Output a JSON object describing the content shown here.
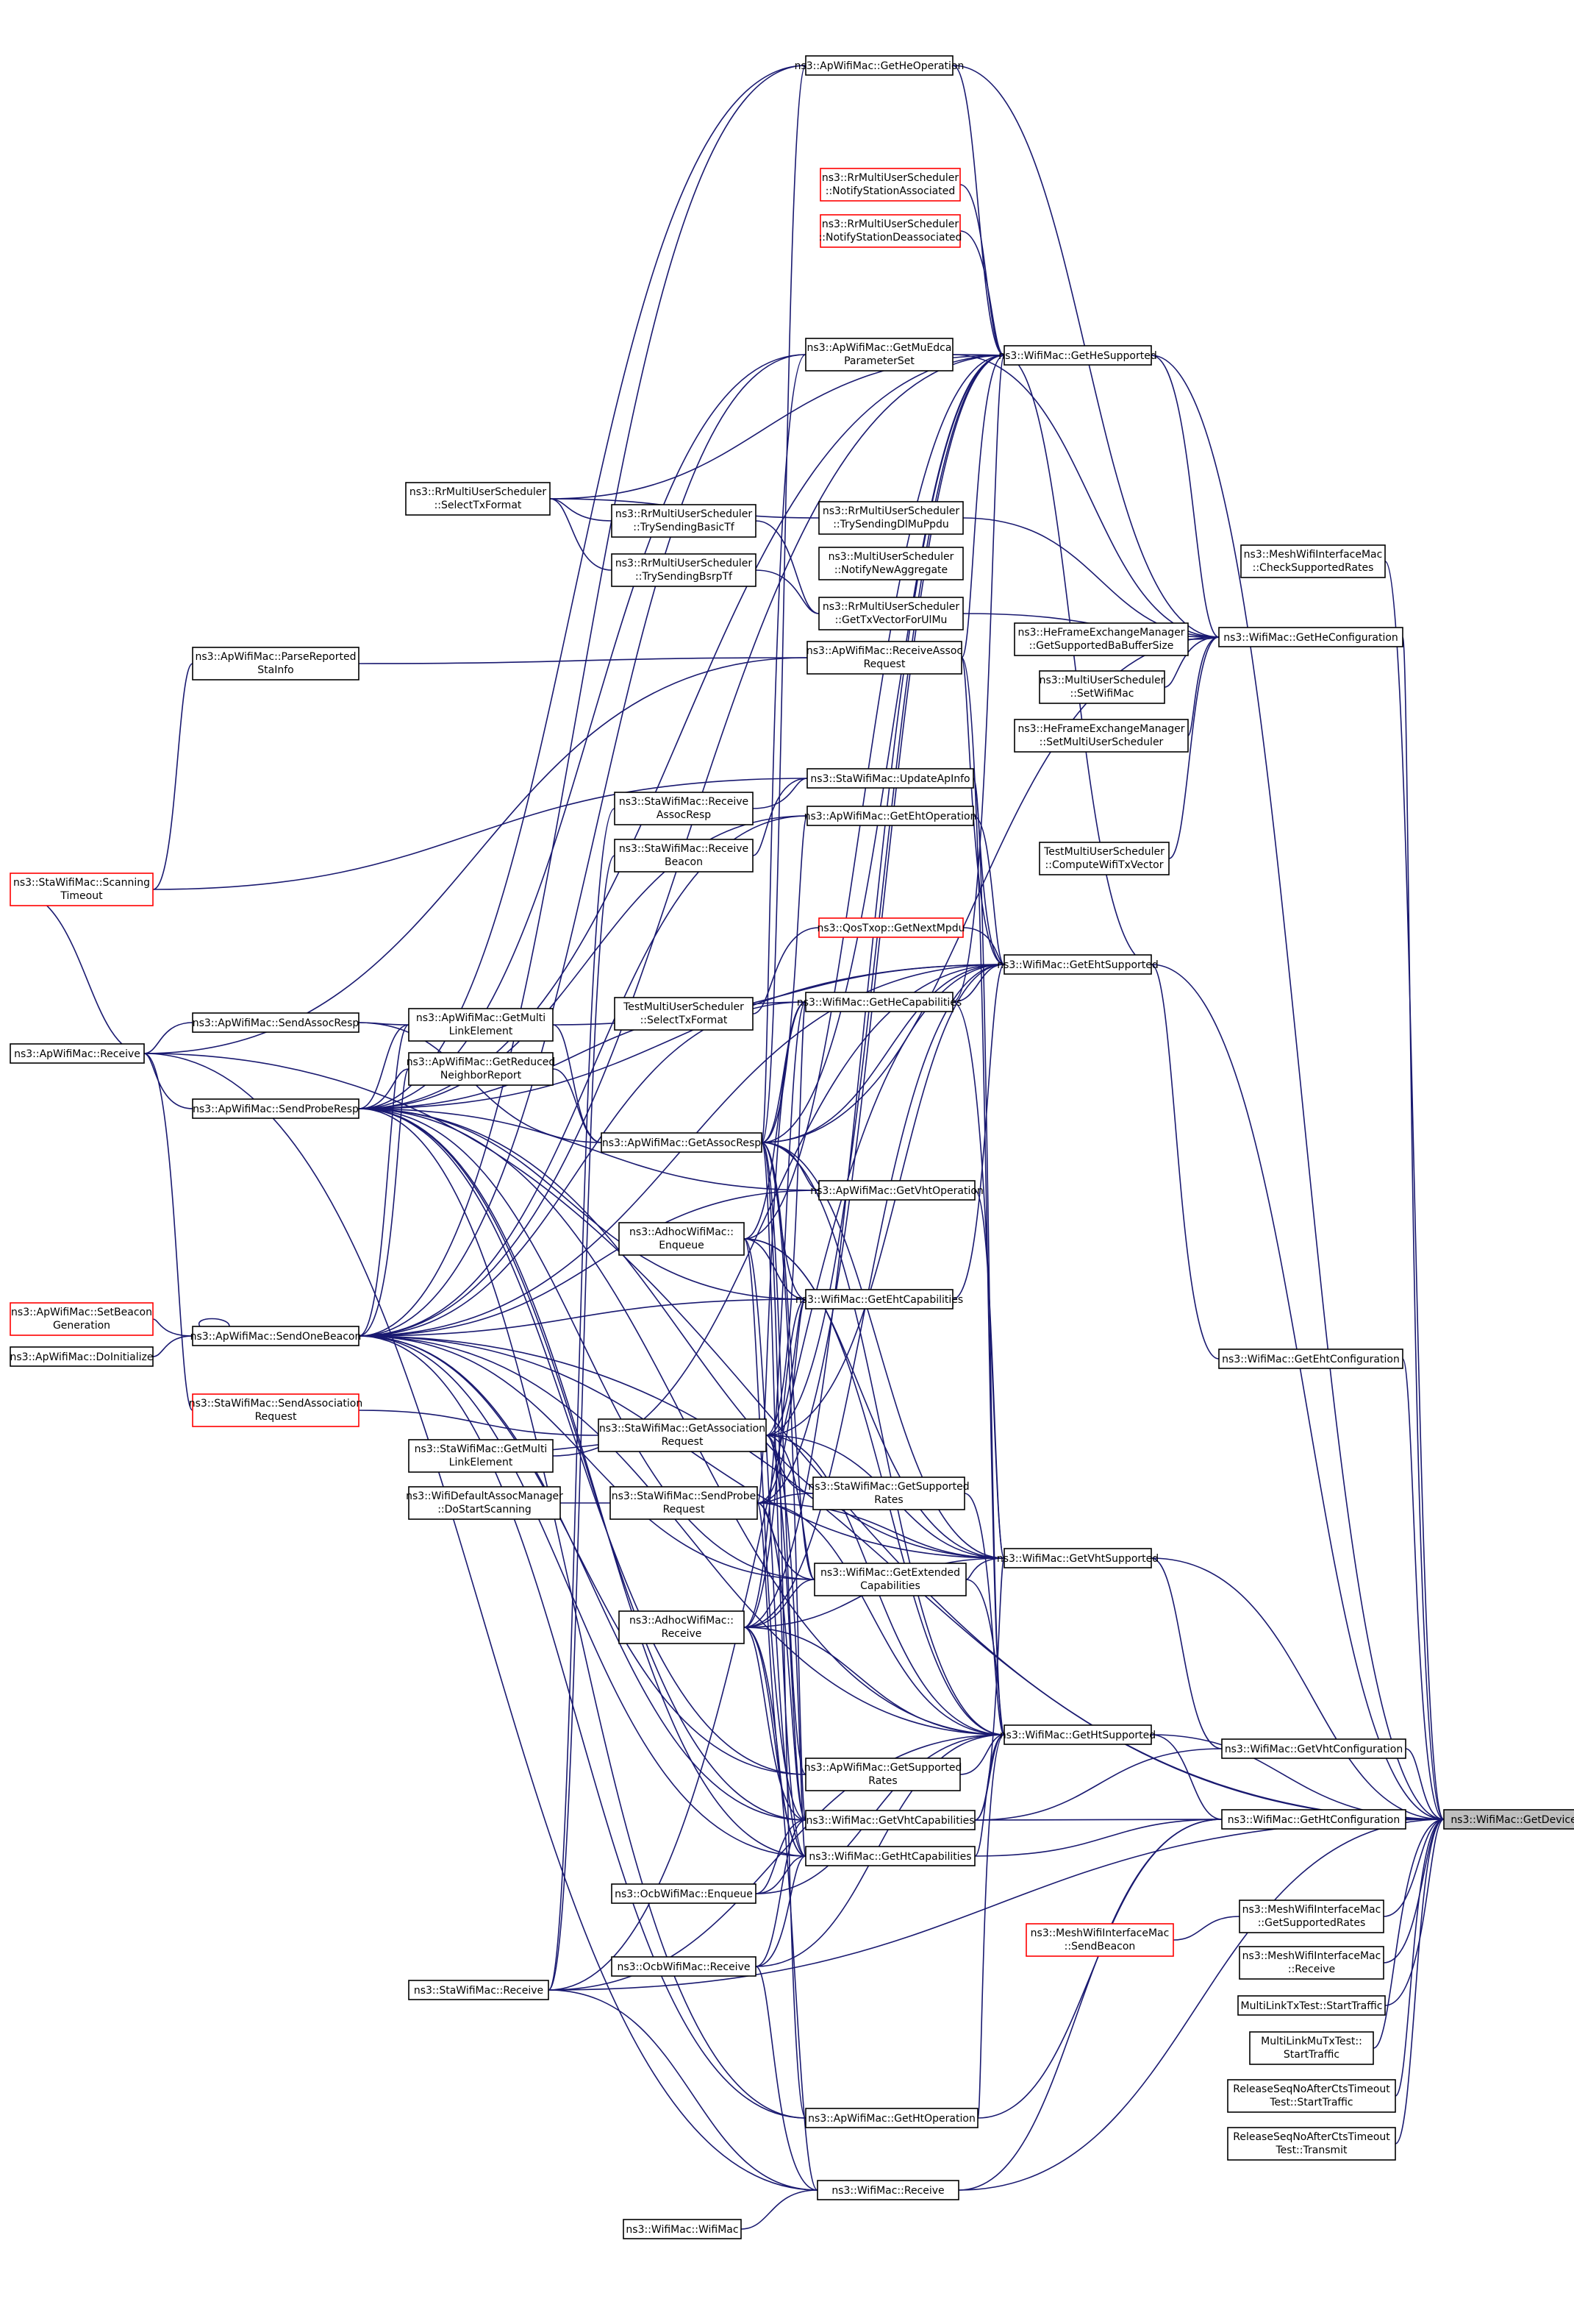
{
  "colors": {
    "edge": "#191970",
    "node_border": "#000000",
    "truncated_border": "#ff0000",
    "focus_fill": "#bfbfbf"
  },
  "nodes": {
    "getDevice": [
      "ns3::WifiMac::GetDevice"
    ],
    "getHeOperation": [
      "ns3::ApWifiMac::GetHeOperation"
    ],
    "notifyStaAssoc": [
      "ns3::RrMultiUserScheduler",
      "::NotifyStationAssociated"
    ],
    "notifyStaDeassoc": [
      "ns3::RrMultiUserScheduler",
      "::NotifyStationDeassociated"
    ],
    "getMuEdca": [
      "ns3::ApWifiMac::GetMuEdca",
      "ParameterSet"
    ],
    "getHeSupported": [
      "ns3::WifiMac::GetHeSupported"
    ],
    "selectTxFormat": [
      "ns3::RrMultiUserScheduler",
      "::SelectTxFormat"
    ],
    "trySendingBasicTf": [
      "ns3::RrMultiUserScheduler",
      "::TrySendingBasicTf"
    ],
    "trySendingDlMuPpdu": [
      "ns3::RrMultiUserScheduler",
      "::TrySendingDlMuPpdu"
    ],
    "trySendingBsrpTf": [
      "ns3::RrMultiUserScheduler",
      "::TrySendingBsrpTf"
    ],
    "notifyNewAggregate": [
      "ns3::MultiUserScheduler",
      "::NotifyNewAggregate"
    ],
    "getTxVectorUlMu": [
      "ns3::RrMultiUserScheduler",
      "::GetTxVectorForUlMu"
    ],
    "meshCheckRates": [
      "ns3::MeshWifiInterfaceMac",
      "::CheckSupportedRates"
    ],
    "getSupportedBaBufSize": [
      "ns3::HeFrameExchangeManager",
      "::GetSupportedBaBufferSize"
    ],
    "getHeConfiguration": [
      "ns3::WifiMac::GetHeConfiguration"
    ],
    "parseReportedStaInfo": [
      "ns3::ApWifiMac::ParseReported",
      "StaInfo"
    ],
    "receiveAssocRequest": [
      "ns3::ApWifiMac::ReceiveAssoc",
      "Request"
    ],
    "setWifiMac": [
      "ns3::MultiUserScheduler",
      "::SetWifiMac"
    ],
    "setMultiUserScheduler": [
      "ns3::HeFrameExchangeManager",
      "::SetMultiUserScheduler"
    ],
    "updateApInfo": [
      "ns3::StaWifiMac::UpdateApInfo"
    ],
    "staReceiveAssocResp": [
      "ns3::StaWifiMac::Receive",
      "AssocResp"
    ],
    "getEhtOperation": [
      "ns3::ApWifiMac::GetEhtOperation"
    ],
    "staReceiveBeacon": [
      "ns3::StaWifiMac::Receive",
      "Beacon"
    ],
    "computeWifiTxVector": [
      "TestMultiUserScheduler",
      "::ComputeWifiTxVector"
    ],
    "scanningTimeout": [
      "ns3::StaWifiMac::Scanning",
      "Timeout"
    ],
    "getNextMpdu": [
      "ns3::QosTxop::GetNextMpdu"
    ],
    "getEhtSupported": [
      "ns3::WifiMac::GetEhtSupported"
    ],
    "testSelectTxFormat": [
      "TestMultiUserScheduler",
      "::SelectTxFormat"
    ],
    "getHeCapabilities": [
      "ns3::WifiMac::GetHeCapabilities"
    ],
    "sendAssocResp": [
      "ns3::ApWifiMac::SendAssocResp"
    ],
    "apGetMultiLinkElement": [
      "ns3::ApWifiMac::GetMulti",
      "LinkElement"
    ],
    "apReceive": [
      "ns3::ApWifiMac::Receive"
    ],
    "getReducedNeighborReport": [
      "ns3::ApWifiMac::GetReduced",
      "NeighborReport"
    ],
    "sendProbeResp": [
      "ns3::ApWifiMac::SendProbeResp"
    ],
    "getAssocResp": [
      "ns3::ApWifiMac::GetAssocResp"
    ],
    "getVhtOperation": [
      "ns3::ApWifiMac::GetVhtOperation"
    ],
    "adhocEnqueue": [
      "ns3::AdhocWifiMac::",
      "Enqueue"
    ],
    "getEhtCapabilities": [
      "ns3::WifiMac::GetEhtCapabilities"
    ],
    "setBeaconGeneration": [
      "ns3::ApWifiMac::SetBeacon",
      "Generation"
    ],
    "sendOneBeacon": [
      "ns3::ApWifiMac::SendOneBeacon"
    ],
    "getEhtConfiguration": [
      "ns3::WifiMac::GetEhtConfiguration"
    ],
    "doInitialize": [
      "ns3::ApWifiMac::DoInitialize"
    ],
    "sendAssociationRequest": [
      "ns3::StaWifiMac::SendAssociation",
      "Request"
    ],
    "getAssociationRequest": [
      "ns3::StaWifiMac::GetAssociation",
      "Request"
    ],
    "staGetMultiLinkElement": [
      "ns3::StaWifiMac::GetMulti",
      "LinkElement"
    ],
    "staGetSupportedRates": [
      "ns3::StaWifiMac::GetSupported",
      "Rates"
    ],
    "doStartScanning": [
      "ns3::WifiDefaultAssocManager",
      "::DoStartScanning"
    ],
    "sendProbeRequest": [
      "ns3::StaWifiMac::SendProbe",
      "Request"
    ],
    "getVhtSupported": [
      "ns3::WifiMac::GetVhtSupported"
    ],
    "getExtendedCapabilities": [
      "ns3::WifiMac::GetExtended",
      "Capabilities"
    ],
    "adhocReceive": [
      "ns3::AdhocWifiMac::",
      "Receive"
    ],
    "getHtSupported": [
      "ns3::WifiMac::GetHtSupported"
    ],
    "getVhtConfiguration": [
      "ns3::WifiMac::GetVhtConfiguration"
    ],
    "apGetSupportedRates": [
      "ns3::ApWifiMac::GetSupported",
      "Rates"
    ],
    "getVhtCapabilities": [
      "ns3::WifiMac::GetVhtCapabilities"
    ],
    "getHtConfiguration": [
      "ns3::WifiMac::GetHtConfiguration"
    ],
    "getHtCapabilities": [
      "ns3::WifiMac::GetHtCapabilities"
    ],
    "ocbEnqueue": [
      "ns3::OcbWifiMac::Enqueue"
    ],
    "meshGetSupportedRates": [
      "ns3::MeshWifiInterfaceMac",
      "::GetSupportedRates"
    ],
    "meshSendBeacon": [
      "ns3::MeshWifiInterfaceMac",
      "::SendBeacon"
    ],
    "ocbReceive": [
      "ns3::OcbWifiMac::Receive"
    ],
    "meshReceive": [
      "ns3::MeshWifiInterfaceMac",
      "::Receive"
    ],
    "staReceive": [
      "ns3::StaWifiMac::Receive"
    ],
    "multiLinkTxStart": [
      "MultiLinkTxTest::StartTraffic"
    ],
    "multiLinkMuTxStart": [
      "MultiLinkMuTxTest::",
      "StartTraffic"
    ],
    "getHtOperation": [
      "ns3::ApWifiMac::GetHtOperation"
    ],
    "releaseSeqStart": [
      "ReleaseSeqNoAfterCtsTimeout",
      "Test::StartTraffic"
    ],
    "wifiMacReceive": [
      "ns3::WifiMac::Receive"
    ],
    "releaseSeqTransmit": [
      "ReleaseSeqNoAfterCtsTimeout",
      "Test::Transmit"
    ],
    "wifiMacCtor": [
      "ns3::WifiMac::WifiMac"
    ]
  }
}
